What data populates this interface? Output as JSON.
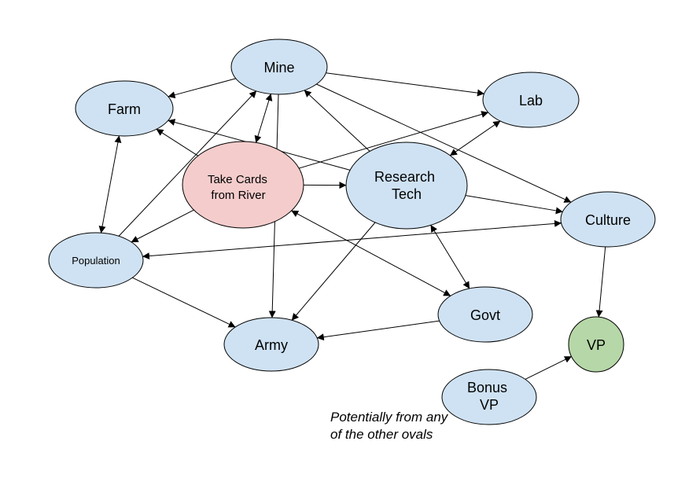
{
  "colors": {
    "default_fill": "#cfe2f3",
    "river_fill": "#f4cccc",
    "vp_fill": "#b6d7a8",
    "stroke": "#000000",
    "edge": "#000000"
  },
  "nodes": {
    "mine": "Mine",
    "farm": "Farm",
    "lab": "Lab",
    "river": [
      "Take Cards",
      "from River"
    ],
    "research": [
      "Research",
      "Tech"
    ],
    "culture": "Culture",
    "population": "Population",
    "govt": "Govt",
    "army": "Army",
    "vp": "VP",
    "bonus": [
      "Bonus",
      "VP"
    ]
  },
  "note": [
    "Potentially from any",
    "of the other ovals"
  ],
  "edges": [
    {
      "from": "mine",
      "to": "farm",
      "dir": "forward"
    },
    {
      "from": "mine",
      "to": "lab",
      "dir": "forward"
    },
    {
      "from": "mine",
      "to": "culture",
      "dir": "forward"
    },
    {
      "from": "mine",
      "to": "army",
      "dir": "forward"
    },
    {
      "from": "mine",
      "to": "river",
      "dir": "both"
    },
    {
      "from": "population",
      "to": "mine",
      "dir": "forward"
    },
    {
      "from": "research",
      "to": "mine",
      "dir": "forward"
    },
    {
      "from": "farm",
      "to": "population",
      "dir": "both"
    },
    {
      "from": "river",
      "to": "farm",
      "dir": "forward"
    },
    {
      "from": "research",
      "to": "farm",
      "dir": "forward"
    },
    {
      "from": "river",
      "to": "lab",
      "dir": "forward"
    },
    {
      "from": "research",
      "to": "lab",
      "dir": "both"
    },
    {
      "from": "river",
      "to": "research",
      "dir": "forward"
    },
    {
      "from": "river",
      "to": "population",
      "dir": "forward"
    },
    {
      "from": "govt",
      "to": "river",
      "dir": "both"
    },
    {
      "from": "research",
      "to": "culture",
      "dir": "forward"
    },
    {
      "from": "research",
      "to": "army",
      "dir": "forward"
    },
    {
      "from": "research",
      "to": "govt",
      "dir": "both"
    },
    {
      "from": "culture",
      "to": "population",
      "dir": "both"
    },
    {
      "from": "culture",
      "to": "vp",
      "dir": "forward"
    },
    {
      "from": "population",
      "to": "army",
      "dir": "forward"
    },
    {
      "from": "govt",
      "to": "army",
      "dir": "forward"
    },
    {
      "from": "bonus",
      "to": "vp",
      "dir": "forward"
    }
  ]
}
